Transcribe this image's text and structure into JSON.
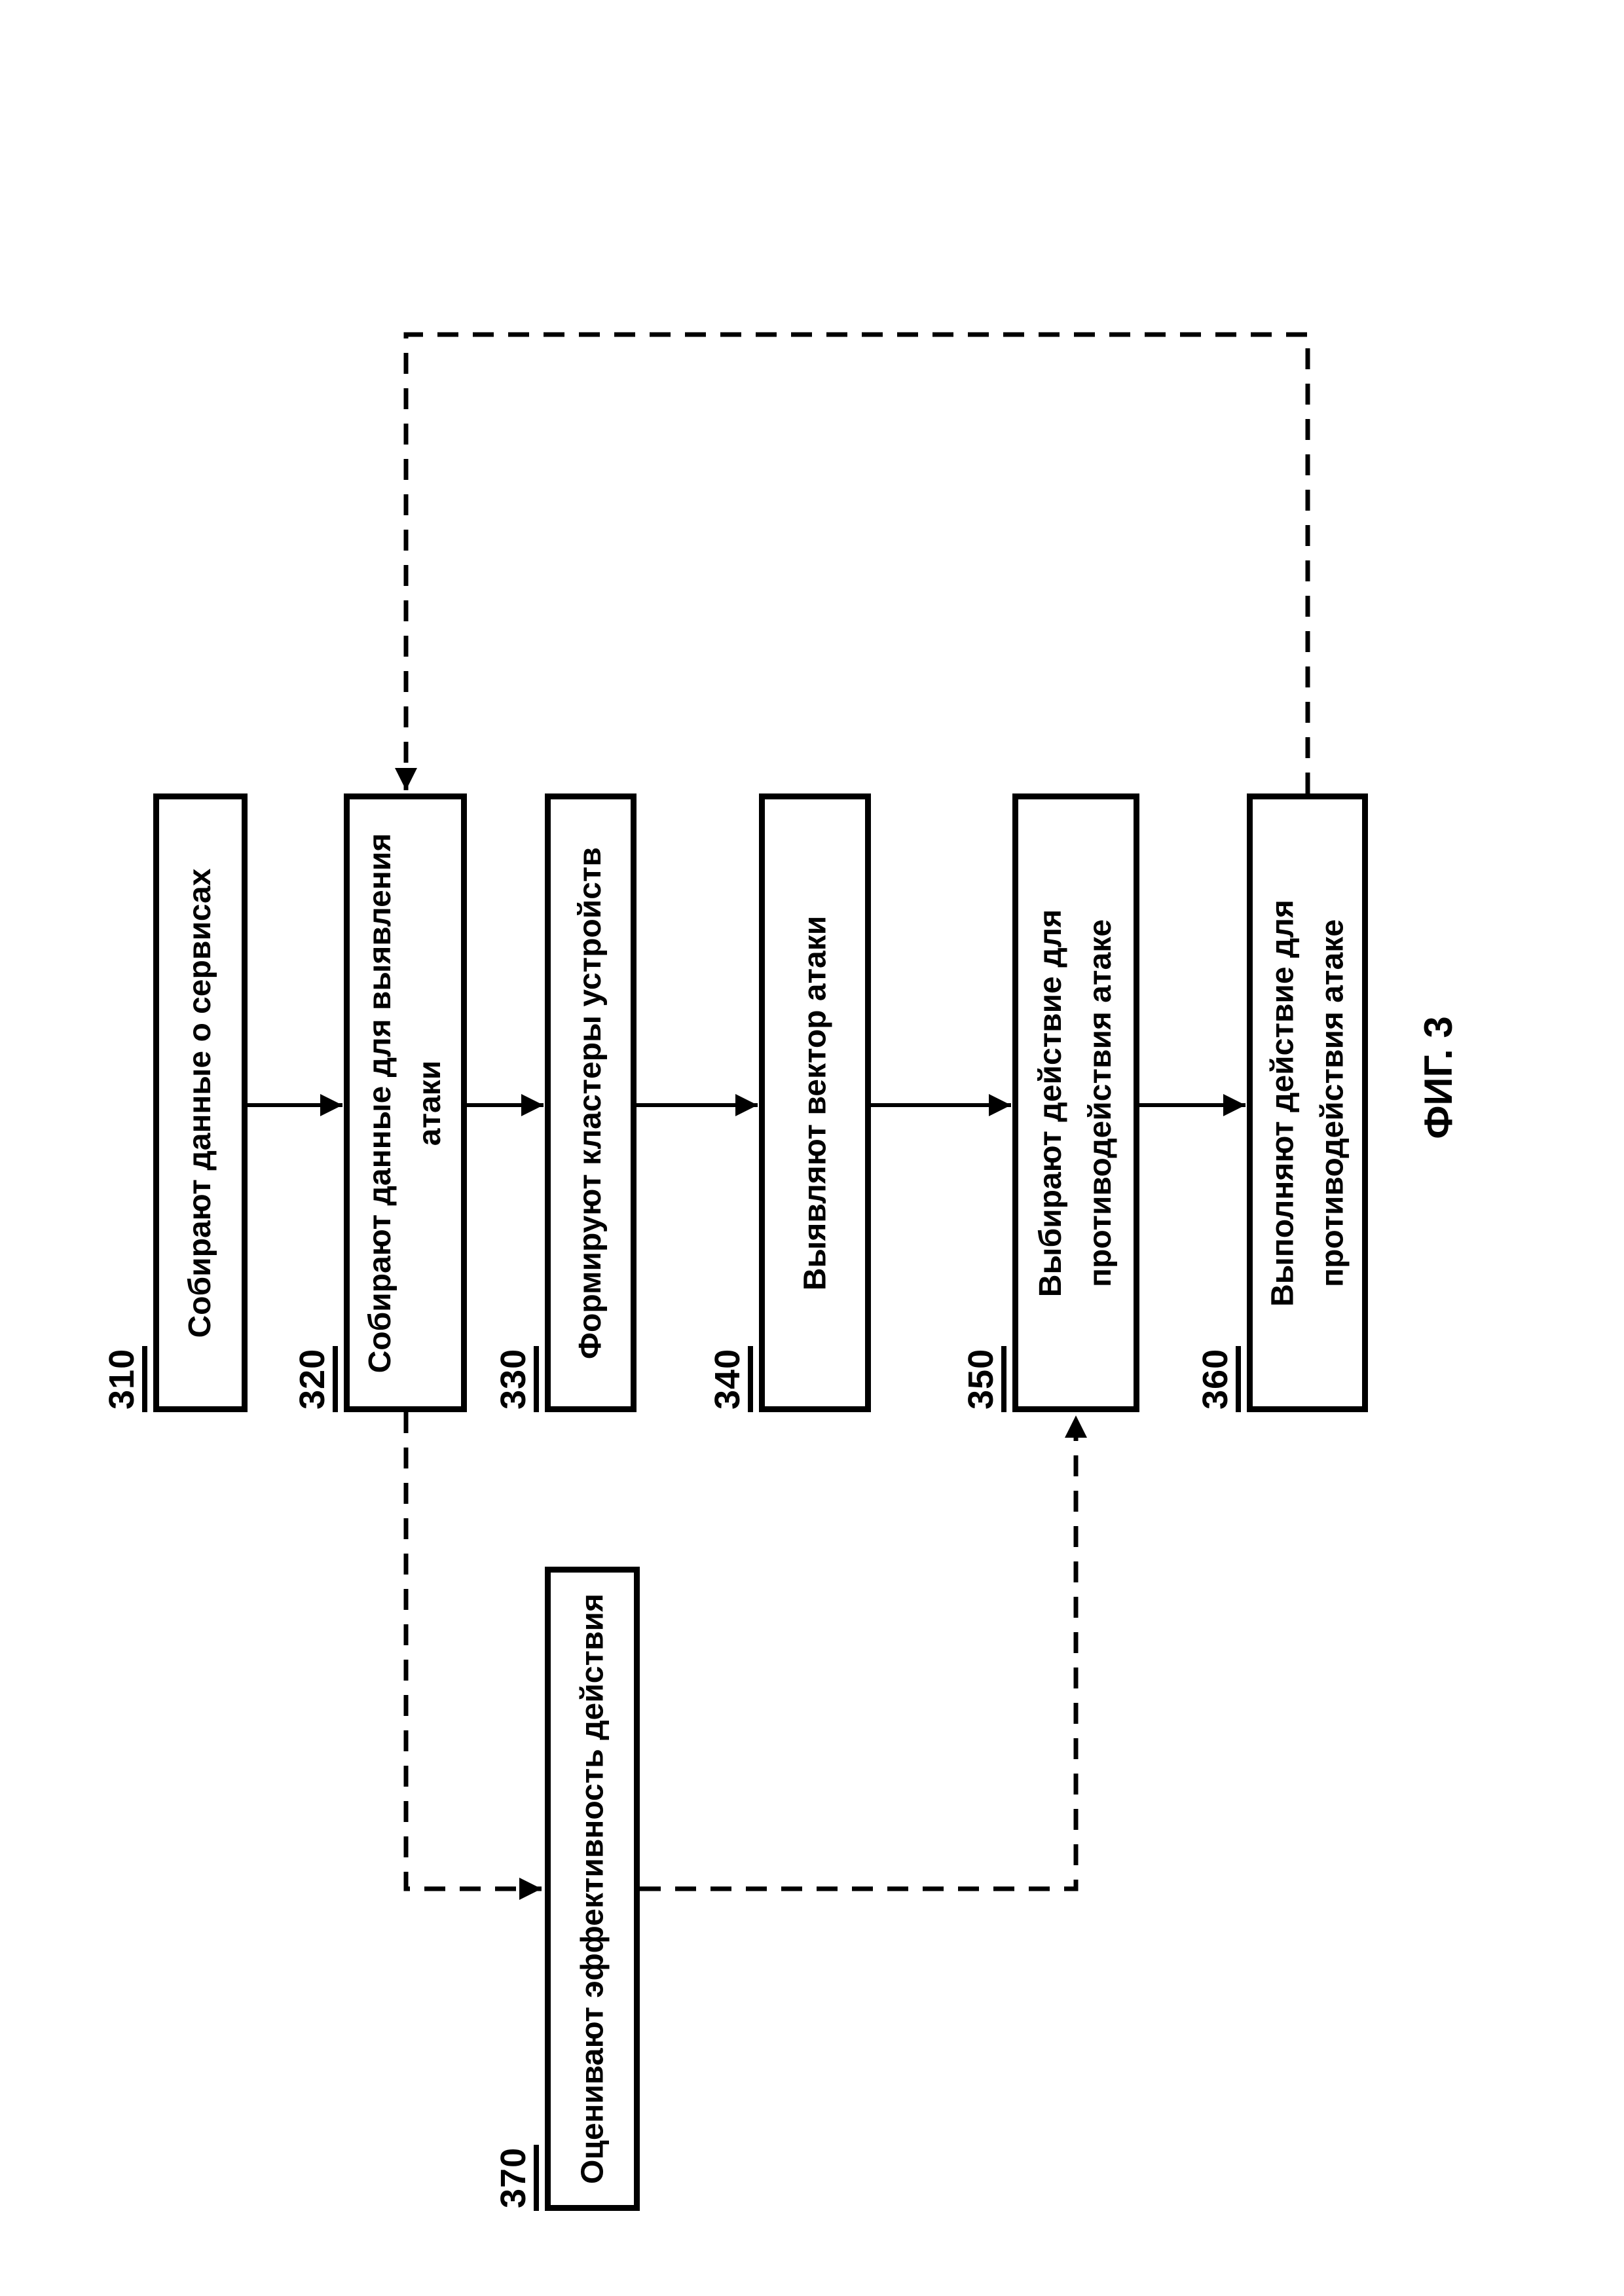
{
  "figure": {
    "caption": "ФИГ. 3"
  },
  "steps": [
    {
      "number": "310",
      "lines": [
        "Собирают данные о сервисах"
      ]
    },
    {
      "number": "320",
      "lines": [
        "Собирают данные для выявления",
        "атаки"
      ]
    },
    {
      "number": "330",
      "lines": [
        "Формируют кластеры устройств"
      ]
    },
    {
      "number": "340",
      "lines": [
        "Выявляют вектор атаки"
      ]
    },
    {
      "number": "350",
      "lines": [
        "Выбирают действие для",
        "противодействия атаке"
      ]
    },
    {
      "number": "360",
      "lines": [
        "Выполняют действие для",
        "противодействия атаке"
      ]
    },
    {
      "number": "370",
      "lines": [
        "Оценивают эффективность действия"
      ]
    }
  ],
  "colors": {
    "ink": "#000000",
    "paper": "#ffffff"
  }
}
